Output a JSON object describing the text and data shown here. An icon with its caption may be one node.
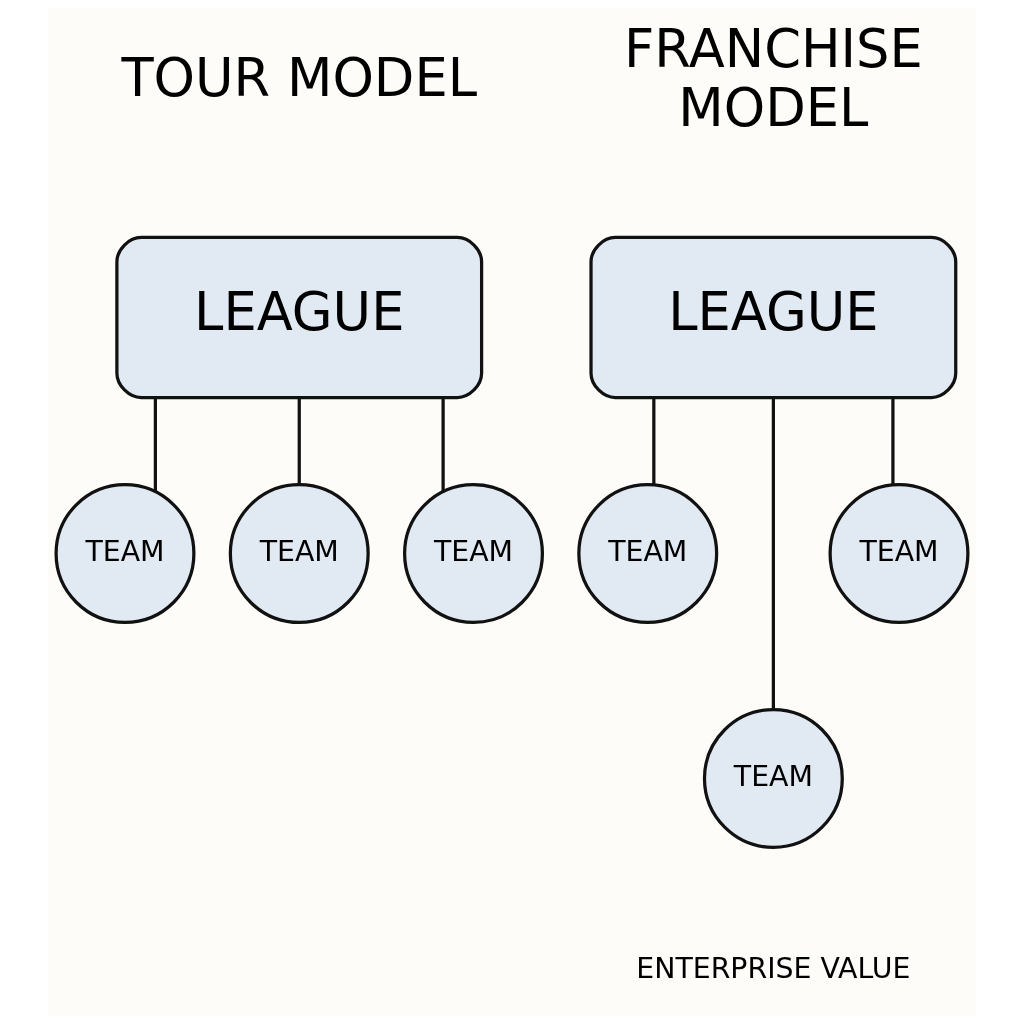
{
  "diagram": {
    "nodes": [
      {
        "text": [
          "LEAGUE"
        ]
      },
      {
        "text": [
          "TEAM"
        ]
      },
      {
        "text": [
          "TEAM"
        ]
      },
      {
        "text": [
          "TEAM"
        ]
      },
      {
        "text": [
          "LEAGUE"
        ]
      },
      {
        "text": [
          "TEAM"
        ]
      },
      {
        "text": [
          "TEAM"
        ],
        "beside": [
          "ENTERPRISE VALUE"
        ]
      },
      {
        "text": [
          "TEAM"
        ]
      }
    ],
    "edges": [
      {
        "from": 0,
        "to": 1,
        "arrow": "none"
      },
      {
        "from": 0,
        "to": 2,
        "arrow": "none"
      },
      {
        "from": 0,
        "to": 3,
        "arrow": "none"
      },
      {
        "from": 4,
        "to": 5,
        "arrow": "none"
      },
      {
        "from": 4,
        "to": 6,
        "arrow": "none"
      },
      {
        "from": 4,
        "to": 7,
        "arrow": "none"
      }
    ],
    "labels": [
      "TOUR MODEL",
      "FRANCHISE MODEL"
    ]
  }
}
